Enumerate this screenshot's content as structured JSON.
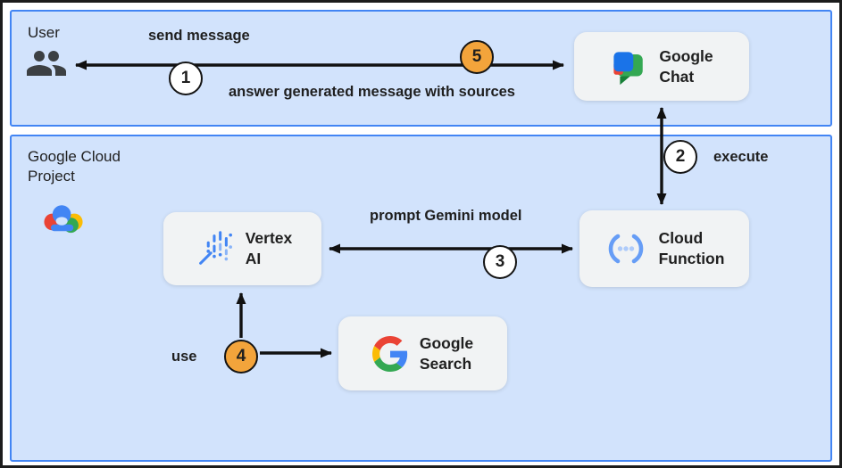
{
  "colors": {
    "panel_fill": "#d2e3fc",
    "panel_border": "#4285f4",
    "node_fill": "#f1f3f4",
    "arrow": "#111111",
    "step_orange": "#f3a43b",
    "step_white": "#ffffff",
    "text": "#1f1f1f"
  },
  "panels": {
    "user": {
      "label": "User"
    },
    "gcp": {
      "label": "Google Cloud\nProject"
    }
  },
  "nodes": {
    "google_chat": {
      "label": "Google\nChat"
    },
    "vertex_ai": {
      "label": "Vertex\nAI"
    },
    "cloud_function": {
      "label": "Cloud\nFunction"
    },
    "google_search": {
      "label": "Google\nSearch"
    }
  },
  "edge_labels": {
    "send_message": "send message",
    "answer": "answer generated message with sources",
    "execute": "execute",
    "prompt_gemini": "prompt Gemini model",
    "use": "use"
  },
  "steps": {
    "step1": "1",
    "step2": "2",
    "step3": "3",
    "step4": "4",
    "step5": "5"
  }
}
